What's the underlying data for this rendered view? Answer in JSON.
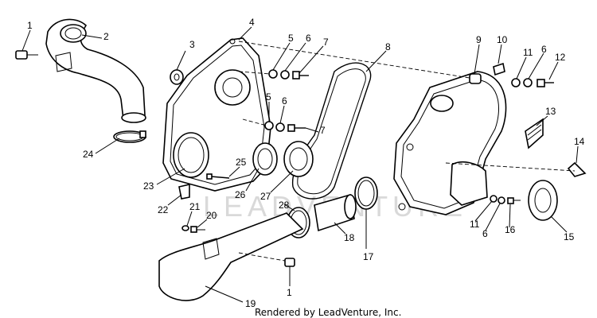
{
  "diagram": {
    "watermark": "LEADVENTURE",
    "credit": "Rendered by LeadVenture, Inc.",
    "labels": {
      "l1_top": "1",
      "l2": "2",
      "l3": "3",
      "l4": "4",
      "l5_top": "5",
      "l6_top": "6",
      "l7_top": "7",
      "l8": "8",
      "l5_mid": "5",
      "l6_mid": "6",
      "l7_mid": "7",
      "l9": "9",
      "l10": "10",
      "l11_top": "11",
      "l6_right": "6",
      "l12": "12",
      "l13": "13",
      "l14": "14",
      "l24": "24",
      "l23": "23",
      "l25": "25",
      "l26": "26",
      "l27": "27",
      "l22": "22",
      "l21": "21",
      "l20": "20",
      "l28": "28",
      "l18": "18",
      "l17": "17",
      "l11_bot": "11",
      "l6_bot": "6",
      "l16": "16",
      "l15": "15",
      "l1_bot": "1",
      "l19": "19"
    }
  }
}
